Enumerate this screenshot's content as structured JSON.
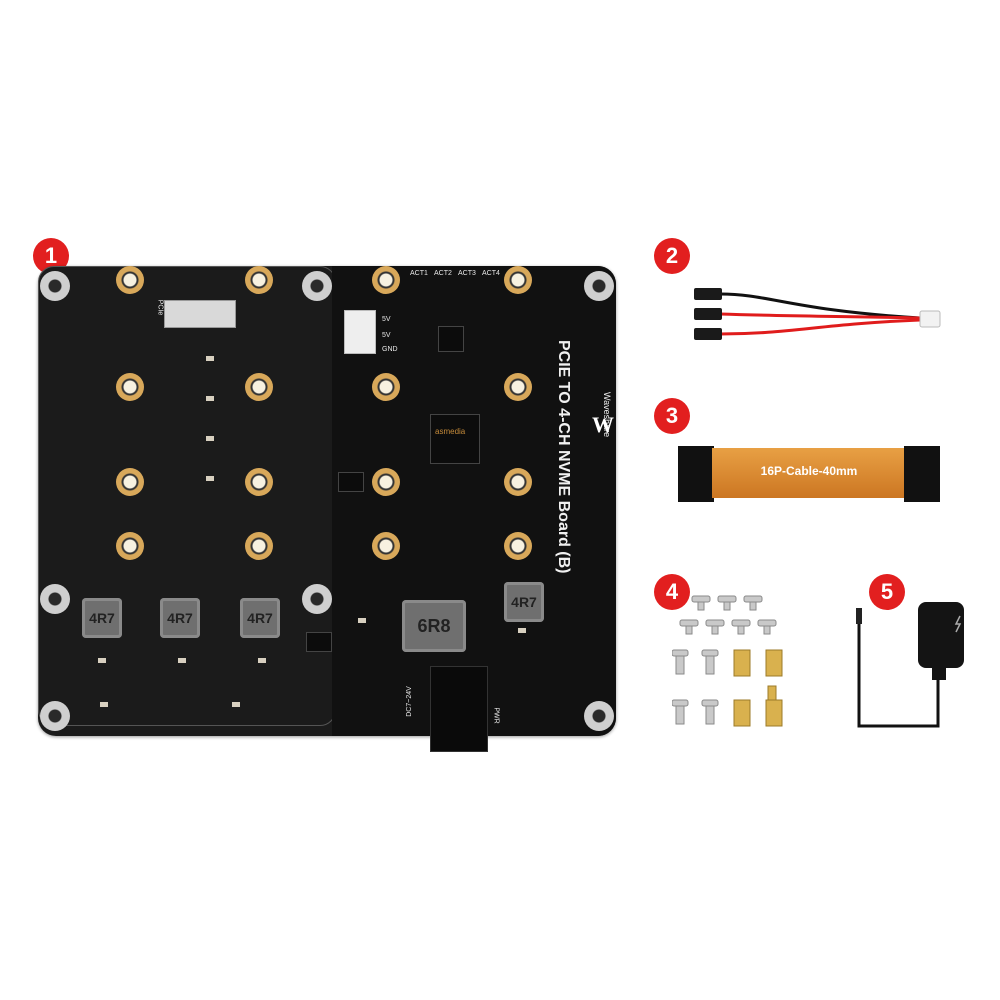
{
  "product": {
    "brand": "Waveshare",
    "board_name": "PCIE TO 4-CH NVME Board (B)",
    "chip_brand": "asmedia",
    "silk_pcie": "PCIe",
    "silk_5v_1": "5V",
    "silk_5v_2": "5V",
    "silk_gnd": "GND",
    "silk_dc": "DC7~24V",
    "silk_pwr": "PWR",
    "silk_act": [
      "ACT1",
      "ACT2",
      "ACT3",
      "ACT4"
    ],
    "inductor_small": "4R7",
    "inductor_big": "6R8"
  },
  "badges": [
    "1",
    "2",
    "3",
    "4",
    "5"
  ],
  "cable_label": "16P-Cable-40mm",
  "colors": {
    "badge": "#e21f1f",
    "board": "#1b1b1b",
    "gold": "#d8a85a",
    "ribbon": "#e8a044",
    "wire_red": "#e01c1c",
    "wire_black": "#111111"
  }
}
